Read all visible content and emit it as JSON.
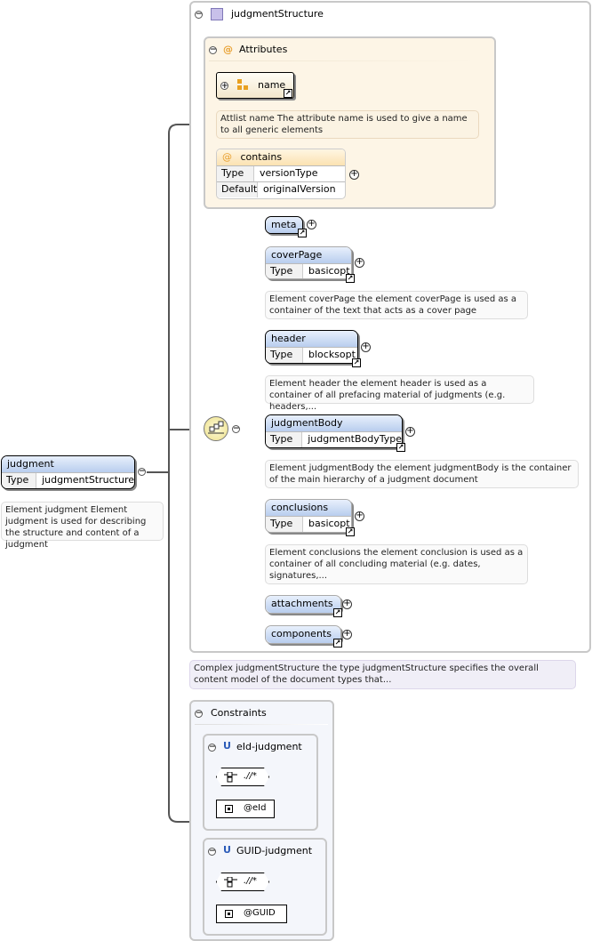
{
  "root": {
    "name": "judgment",
    "type_key": "Type",
    "type_value": "judgmentStructure",
    "doc": "Element judgment Element judgment is used for describing the structure and content of a judgment"
  },
  "complex": {
    "title": "judgmentStructure",
    "doc": "Complex judgmentStructure the type judgmentStructure specifies the overall content model of the document types that..."
  },
  "attributes": {
    "title": "Attributes",
    "group_name": "name",
    "group_doc": "Attlist name The attribute name is used to give a name to all generic elements",
    "contains": {
      "name": "contains",
      "rows": [
        {
          "k": "Type",
          "v": "versionType"
        },
        {
          "k": "Default",
          "v": "originalVersion"
        }
      ]
    }
  },
  "sequence": {
    "items": [
      {
        "name": "meta"
      },
      {
        "name": "coverPage",
        "type_key": "Type",
        "type_value": "basicopt",
        "doc": "Element coverPage the element coverPage is used as a container of the text that acts as a cover page"
      },
      {
        "name": "header",
        "type_key": "Type",
        "type_value": "blocksopt",
        "doc": "Element header the element header is used as a container of all prefacing material of judgments (e.g. headers,..."
      },
      {
        "name": "judgmentBody",
        "type_key": "Type",
        "type_value": "judgmentBodyType",
        "doc": "Element judgmentBody the element judgmentBody is the container of the main hierarchy of a judgment document"
      },
      {
        "name": "conclusions",
        "type_key": "Type",
        "type_value": "basicopt",
        "doc": "Element conclusions the element conclusion is used as a container of all concluding material (e.g. dates, signatures,..."
      },
      {
        "name": "attachments"
      },
      {
        "name": "components"
      }
    ]
  },
  "constraints": {
    "title": "Constraints",
    "items": [
      {
        "kind": "U",
        "name": "eId-judgment",
        "selector": ".//*",
        "field": "@eId"
      },
      {
        "kind": "U",
        "name": "GUID-judgment",
        "selector": ".//*",
        "field": "@GUID"
      }
    ]
  },
  "symbols": {
    "minus": "−",
    "plus": "+",
    "attr_at": "@",
    "ref_arrow": "↗"
  },
  "colors": {
    "element_header": "#b8cdee",
    "attributes_bg": "#fdf5e6",
    "constraints_bg": "#f4f6fb",
    "complex_doc_bg": "#f0eef7",
    "sequence_icon": "#f7f0a8"
  }
}
